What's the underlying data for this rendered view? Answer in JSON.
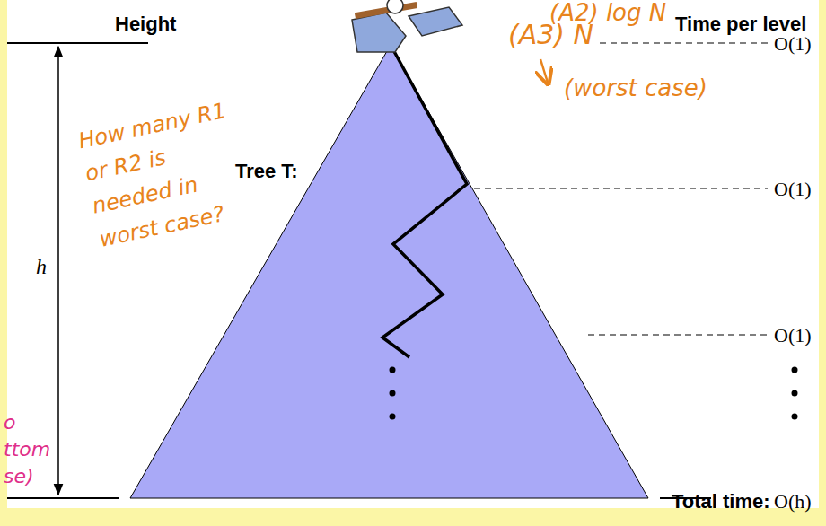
{
  "diagram": {
    "labels": [
      "Height",
      "Time per level",
      "Tree T:",
      "h",
      "O(1)",
      "O(1)",
      "O(1)",
      "Total time:",
      "O(h)",
      "(A2) log N",
      "(A3) N",
      "(worst case)",
      "How many R1 or R2 is needed in worst case?",
      "o",
      "ttom",
      "se)"
    ]
  }
}
